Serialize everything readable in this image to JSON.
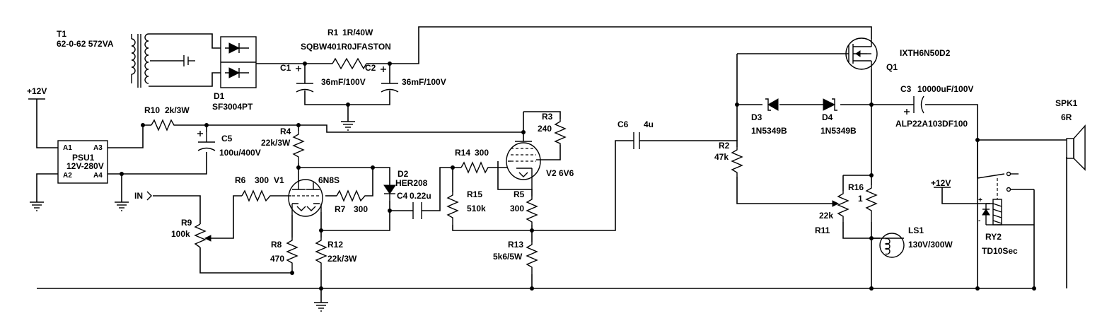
{
  "components": {
    "t1": {
      "ref": "T1",
      "value": "62-0-62 572VA"
    },
    "d1": {
      "ref": "D1",
      "value": "SF3004PT"
    },
    "r1": {
      "ref": "R1",
      "value": "1R/40W",
      "part": "SQBW401R0JFASTON"
    },
    "c1": {
      "ref": "C1",
      "value": "36mF/100V"
    },
    "c2": {
      "ref": "C2",
      "value": "36mF/100V"
    },
    "q1": {
      "ref": "Q1",
      "value": "IXTH6N50D2"
    },
    "psu1": {
      "ref": "PSU1",
      "value": "12V-280V",
      "pins": [
        "A1",
        "A3",
        "A2",
        "A4"
      ]
    },
    "supply": "+12V",
    "r10": {
      "ref": "R10",
      "value": "2k/3W"
    },
    "c5": {
      "ref": "C5",
      "value": "100u/400V"
    },
    "r4": {
      "ref": "R4",
      "value": "22k/3W"
    },
    "v1": {
      "ref": "V1",
      "value": "6N8S"
    },
    "r6": {
      "ref": "R6",
      "value": "300"
    },
    "in": {
      "label": "IN"
    },
    "r9": {
      "ref": "R9",
      "value": "100k"
    },
    "r7": {
      "ref": "R7",
      "value": "300"
    },
    "d2": {
      "ref": "D2",
      "value": "HER208"
    },
    "c4": {
      "ref": "C4",
      "value": "0.22u"
    },
    "r8": {
      "ref": "R8",
      "value": "470"
    },
    "r12": {
      "ref": "R12",
      "value": "22k/3W"
    },
    "r3": {
      "ref": "R3",
      "value": "240"
    },
    "r14": {
      "ref": "R14",
      "value": "300"
    },
    "v2": {
      "ref": "V2",
      "value": "6V6"
    },
    "r15": {
      "ref": "R15",
      "value": "510k"
    },
    "r5": {
      "ref": "R5",
      "value": "300"
    },
    "r13": {
      "ref": "R13",
      "value": "5k6/5W"
    },
    "c6": {
      "ref": "C6",
      "value": "4u"
    },
    "r2": {
      "ref": "R2",
      "value": "47k"
    },
    "d3": {
      "ref": "D3",
      "value": "1N5349B"
    },
    "d4": {
      "ref": "D4",
      "value": "1N5349B"
    },
    "c3": {
      "ref": "C3",
      "value": "10000uF/100V",
      "part": "ALP22A103DF100"
    },
    "r16": {
      "ref": "R16",
      "value": "1"
    },
    "r11": {
      "ref": "R11",
      "value": "22k"
    },
    "ls1": {
      "ref": "LS1",
      "value": "130V/300W"
    },
    "spk1": {
      "ref": "SPK1",
      "value": "6R"
    },
    "ry2": {
      "ref": "RY2",
      "value": "TD10Sec",
      "plus": "+",
      "minus": "-"
    }
  }
}
